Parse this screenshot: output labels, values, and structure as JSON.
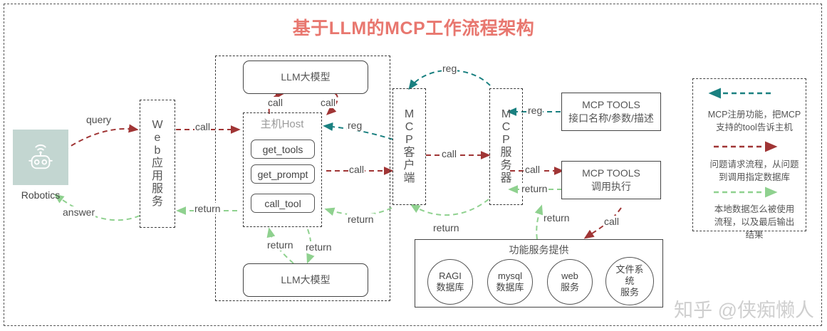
{
  "title": "基于LLM的MCP工作流程架构",
  "colors": {
    "title": "#e8776f",
    "reg_arrow": "#1a8080",
    "call_arrow": "#a03535",
    "return_arrow": "#8fd18f",
    "robot_tile": "#c3d6d1",
    "watermark": "#cfcfcf"
  },
  "robot": {
    "icon": "robot-icon",
    "label": "Robotics"
  },
  "web_service": {
    "chars": [
      "W",
      "e",
      "b",
      "应",
      "用",
      "服",
      "务"
    ]
  },
  "llm_top": {
    "label": "LLM大模型"
  },
  "llm_bottom": {
    "label": "LLM大模型"
  },
  "host": {
    "label": "主机Host",
    "items": [
      {
        "label": "get_tools"
      },
      {
        "label": "get_prompt"
      },
      {
        "label": "call_tool"
      }
    ]
  },
  "mcp_client": {
    "chars": [
      "M",
      "C",
      "P",
      "客",
      "户",
      "端"
    ]
  },
  "mcp_server": {
    "chars": [
      "M",
      "C",
      "P",
      "服",
      "务",
      "器"
    ]
  },
  "mcp_tools_desc": {
    "line1": "MCP TOOLS",
    "line2": "接口名称/参数/描述"
  },
  "mcp_tools_exec": {
    "line1": "MCP TOOLS",
    "line2": "调用执行"
  },
  "services": {
    "title": "功能服务提供",
    "items": [
      {
        "line1": "RAGI",
        "line2": "数据库",
        "line3": ""
      },
      {
        "line1": "mysql",
        "line2": "数据库",
        "line3": ""
      },
      {
        "line1": "web",
        "line2": "服务",
        "line3": ""
      },
      {
        "line1": "文件系",
        "line2": "统",
        "line3": "服务"
      }
    ]
  },
  "arrow_labels": {
    "query": "query",
    "answer": "answer",
    "call_web_host": "call",
    "return_host_web": "return",
    "call_host_llm": "call",
    "call_llm_host": "call",
    "reg_client_host": "reg",
    "reg_server_client": "reg",
    "reg_tools_server": "reg",
    "call_host_client": "call",
    "call_client_server": "call",
    "call_server_tools": "call",
    "return_tools_server": "return",
    "return_server_client": "return",
    "return_client_host": "return",
    "return_llm_1": "return",
    "return_llm_2": "return",
    "return_svc_tools": "return",
    "call_tools_svc": "call"
  },
  "legend": {
    "entries": [
      {
        "direction": "left",
        "color": "#1a8080",
        "text": "MCP注册功能，把MCP\n支持的tool告诉主机"
      },
      {
        "direction": "right",
        "color": "#a03535",
        "text": "问题请求流程，从问题\n到调用指定数据库"
      },
      {
        "direction": "right",
        "color": "#8fd18f",
        "text": "本地数据怎么被使用\n流程，以及最后输出\n结果"
      }
    ]
  },
  "watermark": {
    "text": "知乎 @侠痴懒人"
  }
}
